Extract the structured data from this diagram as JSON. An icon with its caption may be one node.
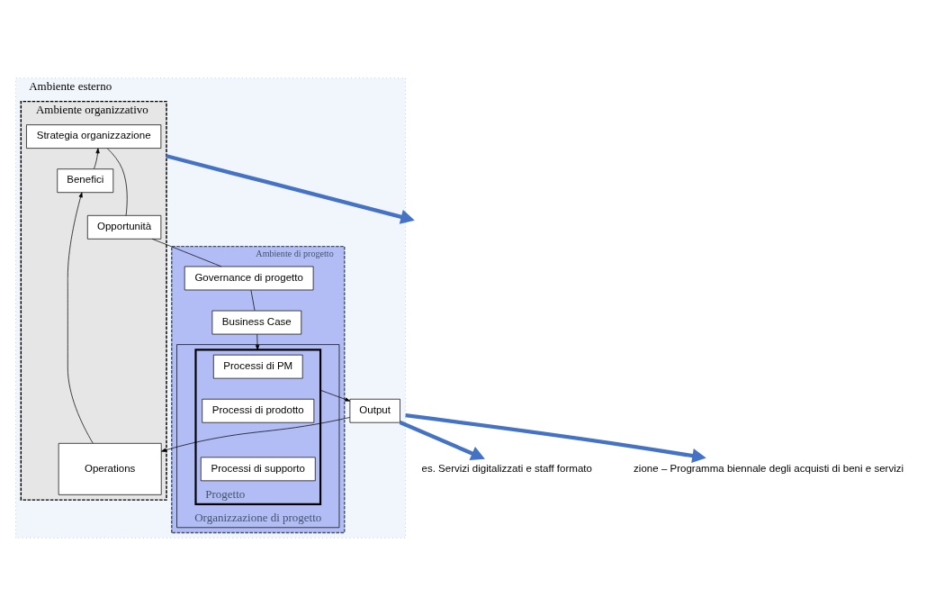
{
  "diagram": {
    "nodes": [
      {
        "text": [
          "Ambiente esterno"
        ]
      },
      {
        "text": [
          "Ambiente organizzativo"
        ],
        "in": 0
      },
      {
        "text": [
          "Strategia organizzazione"
        ],
        "in": 1
      },
      {
        "text": [
          "Benefici"
        ],
        "in": 1
      },
      {
        "text": [
          "Opportunità"
        ],
        "in": 1
      },
      {
        "text": [
          "Operations"
        ],
        "in": 1
      },
      {
        "text": [
          "Ambiente di progetto"
        ],
        "in": 0
      },
      {
        "text": [
          "Governance di progetto"
        ],
        "in": 6
      },
      {
        "text": [
          "Business Case"
        ],
        "in": 6
      },
      {
        "text": [
          "Organizzazione di progetto"
        ],
        "in": 6
      },
      {
        "text": [
          "Progetto"
        ],
        "in": 9
      },
      {
        "text": [
          "Processi di PM"
        ],
        "in": 10
      },
      {
        "text": [
          "Processi di prodotto"
        ],
        "in": 10
      },
      {
        "text": [
          "Processi di supporto"
        ],
        "in": 10
      },
      {
        "text": [
          "Output"
        ],
        "in": 0
      },
      {
        "text": [
          "es. Servizi digitalizzati e staff formato"
        ]
      },
      {
        "text": [
          "zione – Programma biennale degli acquisti di beni e servizi"
        ]
      }
    ],
    "edges": [
      {
        "from": 3,
        "to": 2,
        "arrow": "to"
      },
      {
        "from": 2,
        "to": 4,
        "arrow": "none"
      },
      {
        "from": 4,
        "to": 7,
        "arrow": "none"
      },
      {
        "from": 7,
        "to": 8,
        "arrow": "none"
      },
      {
        "from": 8,
        "to": 10,
        "arrow": "to"
      },
      {
        "from": 10,
        "to": 14,
        "arrow": "to"
      },
      {
        "from": 14,
        "to": 5,
        "arrow": "to"
      },
      {
        "from": 5,
        "to": 3,
        "arrow": "to"
      },
      {
        "from": 14,
        "to": 15,
        "arrow": "to",
        "style": "thick",
        "color": "#4472c4"
      },
      {
        "from": 0,
        "to": 16,
        "arrow": "to",
        "style": "thick",
        "color": "#4472c4"
      },
      {
        "from": 1,
        "to": 0,
        "arrow": "to",
        "style": "thick",
        "color": "#4472c4"
      }
    ]
  }
}
